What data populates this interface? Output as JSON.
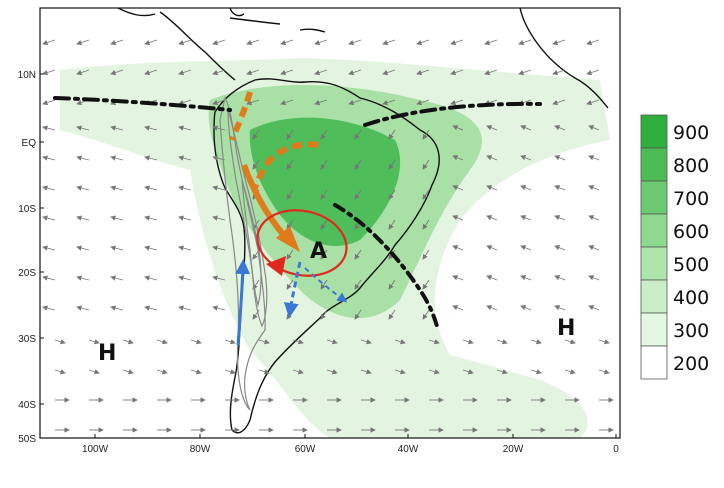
{
  "map": {
    "x_ticks": [
      "100W",
      "80W",
      "60W",
      "40W",
      "20W",
      "0"
    ],
    "y_ticks": [
      "10N",
      "EQ",
      "10S",
      "20S",
      "30S",
      "40S",
      "50S"
    ],
    "labels": {
      "high_pacific": "H",
      "high_atlantic": "H",
      "anticyclone": "A"
    }
  },
  "legend": {
    "levels": [
      "900",
      "800",
      "700",
      "600",
      "500",
      "400",
      "300",
      "200"
    ],
    "colors": [
      "#2eae3c",
      "#4cbd55",
      "#6ccb72",
      "#8ed990",
      "#aee5ad",
      "#caefc8",
      "#e4f7e2",
      "#ffffff"
    ]
  },
  "colors": {
    "precip_light": "#e3f5e0",
    "precip_mid": "#a9e0a5",
    "precip_dark": "#4fbd5a",
    "coast": "#111111",
    "wind_arrows": "#777777",
    "jet_arrow": "#e07b1c",
    "circulation": "#e0281e",
    "low_level_flow": "#3a78d6",
    "convergence_zone": "#111111"
  }
}
